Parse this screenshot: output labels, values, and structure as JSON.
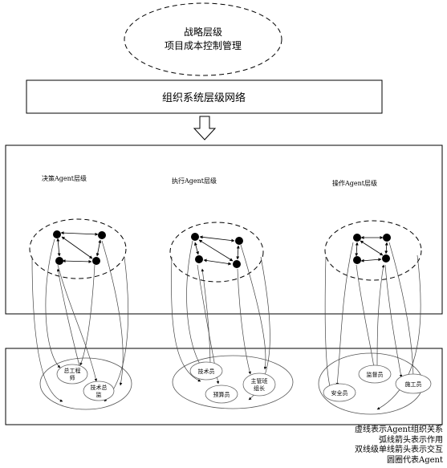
{
  "top_ellipse": {
    "line1": "战略层级",
    "line2": "项目成本控制管理"
  },
  "network_box": {
    "label": "组织系统层级网络"
  },
  "levels": [
    {
      "label": "决策Agent层级"
    },
    {
      "label": "执行Agent层级"
    },
    {
      "label": "操作Agent层级"
    }
  ],
  "decision_nodes": [
    {
      "label": "总工程",
      "label2": "师"
    },
    {
      "label": "技术总",
      "label2": "监"
    }
  ],
  "execution_nodes": [
    {
      "label": "技术员"
    },
    {
      "label": "预算员"
    },
    {
      "label": "主管班",
      "label2": "组长"
    }
  ],
  "operation_nodes": [
    {
      "label": "监督员"
    },
    {
      "label": "安全员"
    },
    {
      "label": "施工员"
    }
  ],
  "legend": {
    "line1": "虚线表示Agent组织关系",
    "line2": "弧线箭头表示作用",
    "line3": "双线级单线箭头表示交互",
    "line4": "圆圈代表Agent"
  }
}
